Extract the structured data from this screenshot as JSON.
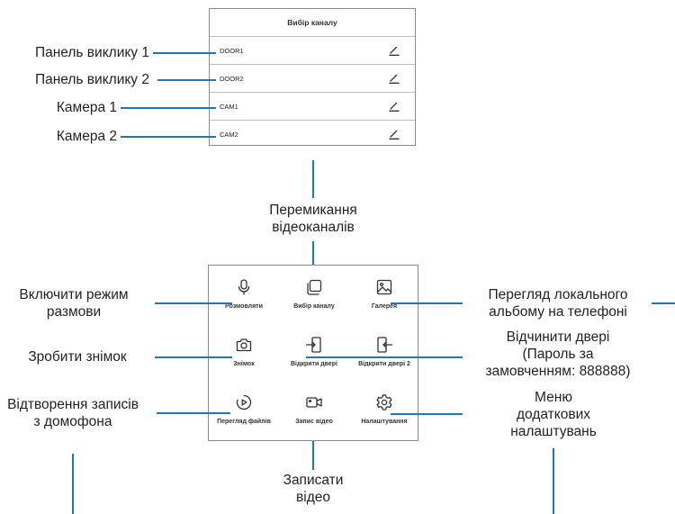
{
  "channel_panel": {
    "title": "Вибір каналу",
    "channels": [
      "DOOR1",
      "DOOR2",
      "CAM1",
      "CAM2"
    ]
  },
  "channel_callouts": [
    "Панель виклику 1",
    "Панель виклику 2",
    "Камера 1",
    "Камера 2"
  ],
  "switch_callout": [
    "Перемикання",
    "відеоканалів"
  ],
  "grid": {
    "cells": [
      {
        "label": "Розмовляти",
        "icon": "microphone-icon"
      },
      {
        "label": "Вибір каналу",
        "icon": "channel-select-icon"
      },
      {
        "label": "Галерея",
        "icon": "gallery-icon"
      },
      {
        "label": "Знімок",
        "icon": "camera-icon"
      },
      {
        "label": "Відкрити двері",
        "icon": "open-door-icon"
      },
      {
        "label": "Відкрити двері 2",
        "icon": "open-door-2-icon"
      },
      {
        "label": "Перегляд файлів",
        "icon": "play-files-icon"
      },
      {
        "label": "Запис відео",
        "icon": "video-record-icon"
      },
      {
        "label": "Налаштування",
        "icon": "settings-gear-icon"
      }
    ]
  },
  "callouts": {
    "talk": [
      "Включити режим",
      "размови"
    ],
    "snapshot": "Зробити знімок",
    "playback": [
      "Відтворення записів",
      "з домофона"
    ],
    "gallery": [
      "Перегляд локального",
      "альбому на телефоні"
    ],
    "open_door": [
      "Відчинити двері",
      "(Пароль за",
      "замовченням: 888888)"
    ],
    "settings": [
      "Меню",
      "додаткових",
      "налаштувань"
    ],
    "record": [
      "Записати",
      "відео"
    ]
  },
  "colors": {
    "line": "#1f78b4",
    "text": "#231f20",
    "border": "#8a8a8a"
  }
}
